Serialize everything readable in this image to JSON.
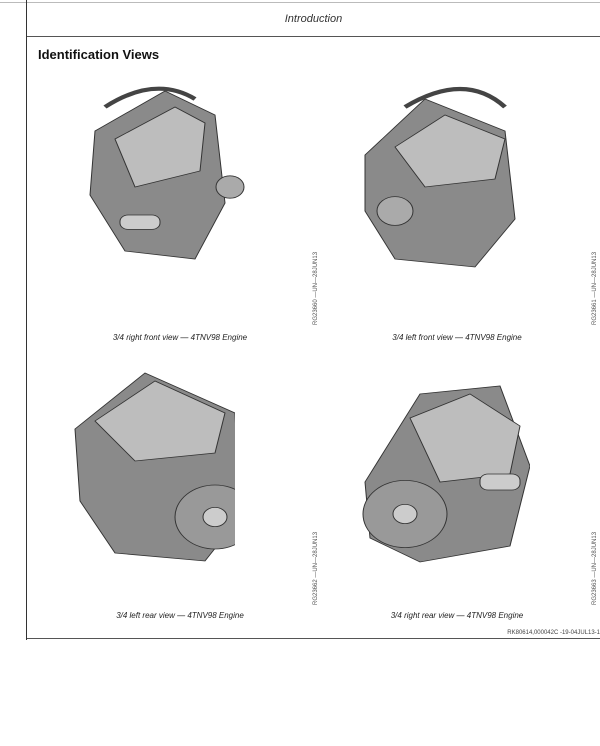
{
  "header": {
    "section": "Introduction"
  },
  "title": "Identification Views",
  "figures": [
    {
      "caption": "3/4 right front view — 4TNV98 Engine",
      "code": "RG23660 —UN—28JUN13"
    },
    {
      "caption": "3/4 left front view — 4TNV98 Engine",
      "code": "RG23661 —UN—28JUN13"
    },
    {
      "caption": "3/4 left rear view — 4TNV98 Engine",
      "code": "RG23662 —UN—28JUN13"
    },
    {
      "caption": "3/4 right rear view — 4TNV98 Engine",
      "code": "RG23663 —UN—28JUN13"
    }
  ],
  "footer": "RK80614,000042C -19-04JUL13-1"
}
